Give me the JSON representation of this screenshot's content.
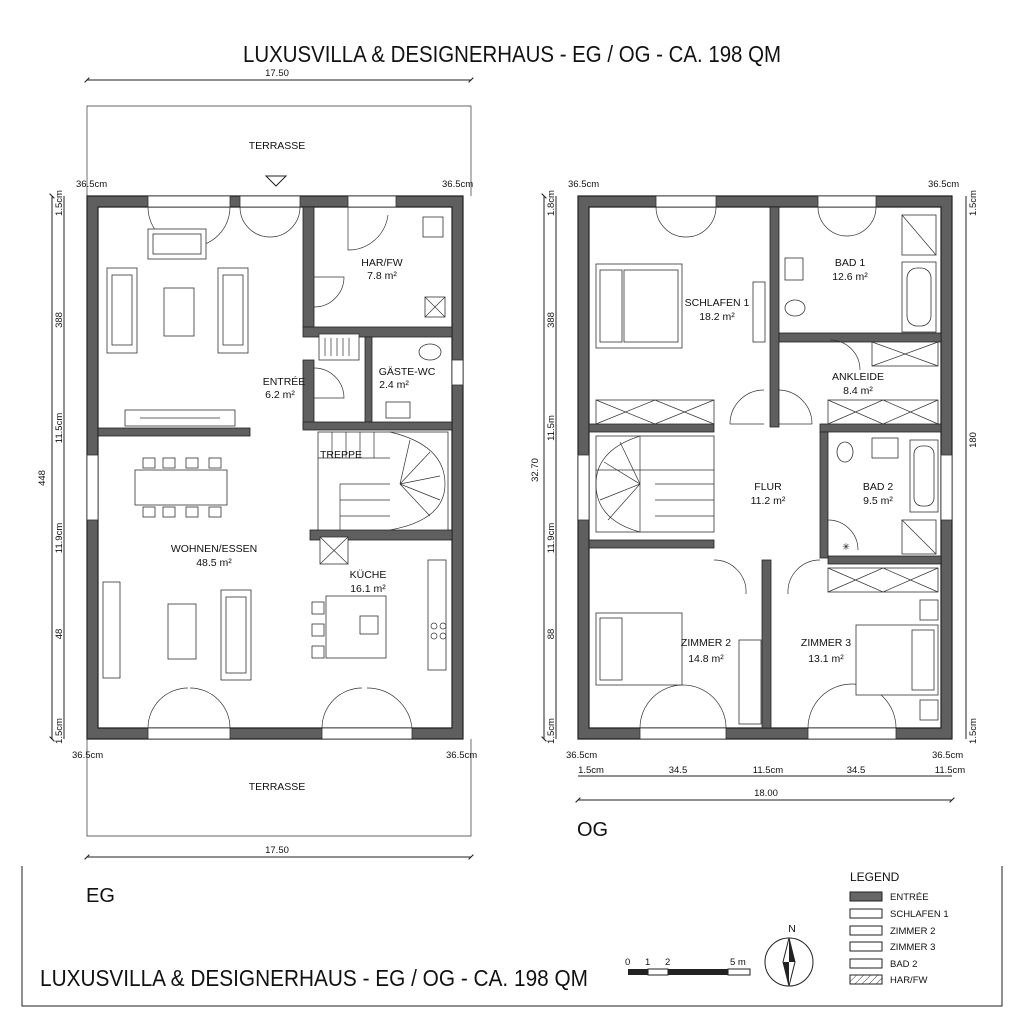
{
  "title": "LUXUSVILLA & DESIGNERHAUS - EG / OG - CA. 198 QM",
  "bottom_title": "LUXUSVILLA & DESIGNERHAUS - EG / OG - CA. 198 QM",
  "eg": {
    "label": "EG",
    "terrace_top": "TERRASSE",
    "terrace_bottom": "TERRASSE",
    "rooms": {
      "har_fw": {
        "name": "HAR/FW",
        "area": "7.8 m²"
      },
      "entree": {
        "name": "ENTRÉE",
        "area": "6.2 m²"
      },
      "gaeste_wc": {
        "name": "GÄSTE-WC",
        "area": "2.4 m²"
      },
      "treppe": {
        "name": "TREPPE"
      },
      "wohnen_essen": {
        "name": "WOHNEN/ESSEN",
        "area": "48.5 m²"
      },
      "kueche": {
        "name": "KÜCHE",
        "area": "16.1 m²"
      }
    },
    "dims": {
      "width_top": "17.50",
      "width_bottom": "17.50",
      "corner_tl": "36.5cm",
      "corner_tr": "36.5cm",
      "corner_bl": "36.5cm",
      "corner_br": "36.5cm",
      "left_total": "448",
      "left_1": "1.5cm",
      "left_2": "388",
      "left_3": "11.5cm",
      "left_4": "11.9cm",
      "left_5": "48",
      "left_6": "1.5cm"
    }
  },
  "og": {
    "label": "OG",
    "rooms": {
      "schlafen1": {
        "name": "SCHLAFEN 1",
        "area": "18.2 m²"
      },
      "bad1": {
        "name": "BAD 1",
        "area": "12.6 m²"
      },
      "ankleide": {
        "name": "ANKLEIDE",
        "area": "8.4 m²"
      },
      "flur": {
        "name": "FLUR",
        "area": "11.2 m²"
      },
      "bad2": {
        "name": "BAD 2",
        "area": "9.5 m²"
      },
      "zimmer2": {
        "name": "ZIMMER 2",
        "area": "14.8 m²"
      },
      "zimmer3": {
        "name": "ZIMMER 3",
        "area": "13.1 m²"
      }
    },
    "dims": {
      "corner_tl": "36.5cm",
      "corner_tr": "36.5cm",
      "corner_bl": "36.5cm",
      "corner_br": "36.5cm",
      "left_total": "32.70",
      "right_total": "180",
      "left_1": "1.8cm",
      "left_2": "388",
      "left_3": "11.5m",
      "left_4": "11.9cm",
      "left_5": "88",
      "left_6": "1.5cm",
      "right_1": "1.5cm",
      "right_6": "1.5cm",
      "b1": "1.5cm",
      "b2": "34.5",
      "b3": "11.5cm",
      "b4": "34.5",
      "b5": "11.5cm",
      "width_total": "18.00"
    }
  },
  "legend": {
    "title": "LEGEND",
    "items": [
      "ENTRÉE",
      "SCHLAFEN 1",
      "ZIMMER 2",
      "ZIMMER 3",
      "BAD 2",
      "HAR/FW"
    ]
  },
  "scale": {
    "n0": "0",
    "n1": "1",
    "n2": "2",
    "n5": "5 m"
  },
  "north": "N"
}
